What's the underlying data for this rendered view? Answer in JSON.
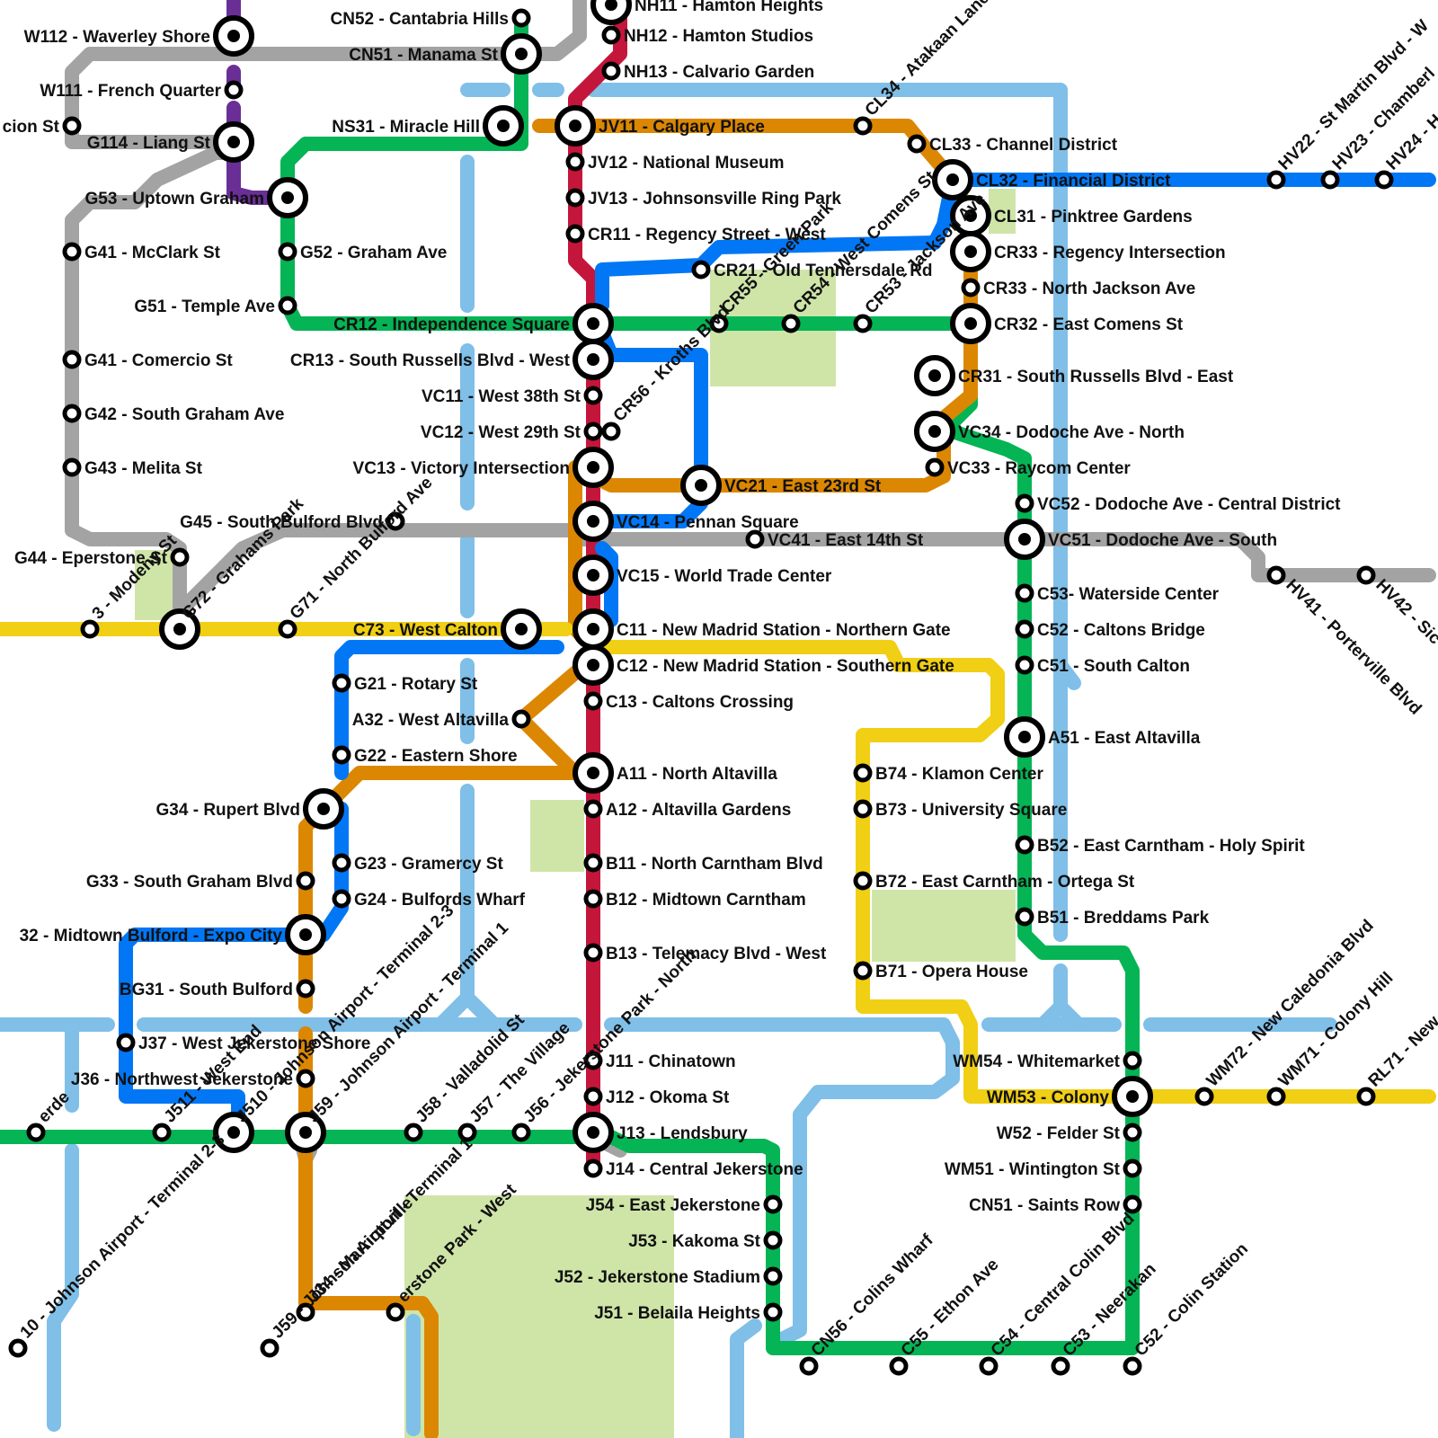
{
  "colors": {
    "background": "#ffffff",
    "park": "#cfe5a8",
    "sky": "#7fbfe8",
    "grey": "#a3a3a3",
    "purple": "#6a2f96",
    "green": "#05b454",
    "red": "#c4163b",
    "orange": "#dc8702",
    "blue": "#0277f5",
    "yellow": "#f0cf14",
    "station_stroke": "#000000"
  },
  "lines": [
    {
      "id": "sky-line",
      "color_key": "sky"
    },
    {
      "id": "grey-line",
      "color_key": "grey"
    },
    {
      "id": "purple-line",
      "color_key": "purple"
    },
    {
      "id": "green-line",
      "color_key": "green"
    },
    {
      "id": "red-line",
      "color_key": "red"
    },
    {
      "id": "orange-line",
      "color_key": "orange"
    },
    {
      "id": "blue-line",
      "color_key": "blue"
    },
    {
      "id": "yellow-line",
      "color_key": "yellow"
    }
  ],
  "stations": [
    {
      "label": "NH11 - Hamton Heights",
      "interchange": true
    },
    {
      "label": "NH12 - Hamton Studios",
      "interchange": false
    },
    {
      "label": "NH13 - Calvario Garden",
      "interchange": false
    },
    {
      "label": "CN52 - Cantabria Hills",
      "interchange": false
    },
    {
      "label": "CN51 - Manama St",
      "interchange": true
    },
    {
      "label": "W112 - Waverley Shore",
      "interchange": true
    },
    {
      "label": "W111 - French Quarter",
      "interchange": false
    },
    {
      "label": "cion St",
      "interchange": false
    },
    {
      "label": "G114 - Liang St",
      "interchange": true
    },
    {
      "label": "NS31 - Miracle Hill",
      "interchange": true
    },
    {
      "label": "JV11 - Calgary Place",
      "interchange": true
    },
    {
      "label": "CL34 - Atakaan Lane",
      "interchange": false
    },
    {
      "label": "CL33 - Channel District",
      "interchange": false
    },
    {
      "label": "CL32 - Financial District",
      "interchange": true
    },
    {
      "label": "HV22 - St Martin Blvd - W",
      "interchange": false
    },
    {
      "label": "HV23 - Chamberl",
      "interchange": false
    },
    {
      "label": "HV24 - H",
      "interchange": false
    },
    {
      "label": "G53 - Uptown Graham",
      "interchange": true
    },
    {
      "label": "JV12 - National Museum",
      "interchange": false
    },
    {
      "label": "JV13 - Johnsonsville Ring Park",
      "interchange": false
    },
    {
      "label": "CL31 - Pinktree Gardens",
      "interchange": true
    },
    {
      "label": "CR11 - Regency Street - West",
      "interchange": false
    },
    {
      "label": "CR33 - Regency Intersection",
      "interchange": true
    },
    {
      "label": "G41 - McClark St",
      "interchange": false
    },
    {
      "label": "G52 - Graham Ave",
      "interchange": false
    },
    {
      "label": "CR21 - Old Tennersdale Rd",
      "interchange": false
    },
    {
      "label": "CR33 - North Jackson Ave",
      "interchange": false
    },
    {
      "label": "G51 - Temple Ave",
      "interchange": false
    },
    {
      "label": "CR12 - Independence Square",
      "interchange": true
    },
    {
      "label": "CR56 - Kroths Blvd",
      "interchange": false
    },
    {
      "label": "CR55 - Green Park",
      "interchange": false
    },
    {
      "label": "CR54 - West Comens St",
      "interchange": false
    },
    {
      "label": "CR53 - Jackson Ave",
      "interchange": false
    },
    {
      "label": "CR32 - East Comens St",
      "interchange": true
    },
    {
      "label": "G41 - Comercio St",
      "interchange": false
    },
    {
      "label": "CR13 - South Russells Blvd - West",
      "interchange": true
    },
    {
      "label": "CR31 - South Russells Blvd - East",
      "interchange": true
    },
    {
      "label": "G42 - South Graham Ave",
      "interchange": false
    },
    {
      "label": "VC11 - West 38th St",
      "interchange": false
    },
    {
      "label": "VC12 - West 29th St",
      "interchange": false
    },
    {
      "label": "VC34 - Dodoche Ave - North",
      "interchange": true
    },
    {
      "label": "G43 - Melita St",
      "interchange": false
    },
    {
      "label": "VC13 - Victory Intersection",
      "interchange": true
    },
    {
      "label": "VC33 - Raycom Center",
      "interchange": false
    },
    {
      "label": "VC21 - East 23rd St",
      "interchange": true
    },
    {
      "label": "VC52 - Dodoche Ave - Central District",
      "interchange": false
    },
    {
      "label": "G45 - South Bulford Blvd",
      "interchange": false
    },
    {
      "label": "VC14 - Pennan Square",
      "interchange": true
    },
    {
      "label": "VC41 - East 14th St",
      "interchange": false
    },
    {
      "label": "VC51 - Dodoche Ave - South",
      "interchange": true
    },
    {
      "label": "G44 - Eperstone St",
      "interchange": false
    },
    {
      "label": "VC15 - World Trade Center",
      "interchange": true
    },
    {
      "label": "HV41 - Porterville Blvd",
      "interchange": false
    },
    {
      "label": "HV42 - Sic",
      "interchange": false
    },
    {
      "label": "C53- Waterside Center",
      "interchange": false
    },
    {
      "label": "3 - Modeny St",
      "interchange": false
    },
    {
      "label": "G72 - Grahams Park",
      "interchange": true
    },
    {
      "label": "G71 - North Bulford Ave",
      "interchange": false
    },
    {
      "label": "C73 - West Calton",
      "interchange": true
    },
    {
      "label": "C11 - New Madrid Station - Northern Gate",
      "interchange": true
    },
    {
      "label": "C52 - Caltons Bridge",
      "interchange": false
    },
    {
      "label": "C12 - New Madrid Station - Southern Gate",
      "interchange": true
    },
    {
      "label": "C51 - South Calton",
      "interchange": false
    },
    {
      "label": "G21 - Rotary St",
      "interchange": false
    },
    {
      "label": "A32 - West Altavilla",
      "interchange": false
    },
    {
      "label": "C13 - Caltons Crossing",
      "interchange": false
    },
    {
      "label": "A51 - East Altavilla",
      "interchange": true
    },
    {
      "label": "G22 - Eastern Shore",
      "interchange": false
    },
    {
      "label": "A11 - North Altavilla",
      "interchange": true
    },
    {
      "label": "B74 - Klamon Center",
      "interchange": false
    },
    {
      "label": "G34 - Rupert Blvd",
      "interchange": true
    },
    {
      "label": "A12 - Altavilla Gardens",
      "interchange": false
    },
    {
      "label": "B73 - University Square",
      "interchange": false
    },
    {
      "label": "B52 - East Carntham - Holy Spirit",
      "interchange": false
    },
    {
      "label": "G23 - Gramercy St",
      "interchange": false
    },
    {
      "label": "B11 - North Carntham Blvd",
      "interchange": false
    },
    {
      "label": "G33 - South Graham Blvd",
      "interchange": false
    },
    {
      "label": "B72 - East Carntham - Ortega St",
      "interchange": false
    },
    {
      "label": "G24 - Bulfords Wharf",
      "interchange": false
    },
    {
      "label": "B12 - Midtown Carntham",
      "interchange": false
    },
    {
      "label": "B51 - Breddams Park",
      "interchange": false
    },
    {
      "label": "32 - Midtown Bulford - Expo City",
      "interchange": true
    },
    {
      "label": "WM72 - New Caledonia Blvd",
      "interchange": false
    },
    {
      "label": "B13 - Telemacy Blvd - West",
      "interchange": false
    },
    {
      "label": "WM71 - Colony Hill",
      "interchange": false
    },
    {
      "label": "B71 - Opera House",
      "interchange": false
    },
    {
      "label": "RL71 - New",
      "interchange": false
    },
    {
      "label": "BG31 - South Bulford",
      "interchange": false
    },
    {
      "label": "J37 - West Jekerstone Shore",
      "interchange": false
    },
    {
      "label": "J11 - Chinatown",
      "interchange": false
    },
    {
      "label": "WM54 - Whitemarket",
      "interchange": false
    },
    {
      "label": "J36 - Northwest Jekerstone",
      "interchange": false
    },
    {
      "label": "J12 - Okoma St",
      "interchange": false
    },
    {
      "label": "WM53 - Colony",
      "interchange": true
    },
    {
      "label": "erde",
      "interchange": false
    },
    {
      "label": "J511 - West End",
      "interchange": false
    },
    {
      "label": "J510 - Johnson Airport - Terminal 2-3",
      "interchange": true
    },
    {
      "label": "J59 - Johnson Airport - Terminal 1",
      "interchange": true
    },
    {
      "label": "J58 - Valladolid St",
      "interchange": false
    },
    {
      "label": "J57 - The Village",
      "interchange": false
    },
    {
      "label": "J56 - Jekerstone Park - North",
      "interchange": false
    },
    {
      "label": "J13 - Lendsbury",
      "interchange": true
    },
    {
      "label": "W52 - Felder St",
      "interchange": false
    },
    {
      "label": "J14 - Central Jekerstone",
      "interchange": false
    },
    {
      "label": "WM51 - Wintington St",
      "interchange": false
    },
    {
      "label": "J54 - East Jekerstone",
      "interchange": false
    },
    {
      "label": "CN51 - Saints Row",
      "interchange": false
    },
    {
      "label": "J53 - Kakoma St",
      "interchange": false
    },
    {
      "label": "C53 - Neerakan",
      "interchange": false
    },
    {
      "label": "J52 - Jekerstone Stadium",
      "interchange": false
    },
    {
      "label": "C52 - Colin Station",
      "interchange": false
    },
    {
      "label": "C54 - Central Colin Blvd",
      "interchange": false
    },
    {
      "label": "C55 - Ethon Ave",
      "interchange": false
    },
    {
      "label": "CN56 - Colins Wharf",
      "interchange": false
    },
    {
      "label": "J51 - Belaila Heights",
      "interchange": false
    },
    {
      "label": "J34 - Marriottville",
      "interchange": false
    },
    {
      "label": "erstone Park - West",
      "interchange": false
    },
    {
      "label": "10 - Johnson Airport - Terminal 2-3",
      "interchange": false
    },
    {
      "label": "J59 - Johnson Airport - Terminal 1",
      "interchange": false
    }
  ]
}
